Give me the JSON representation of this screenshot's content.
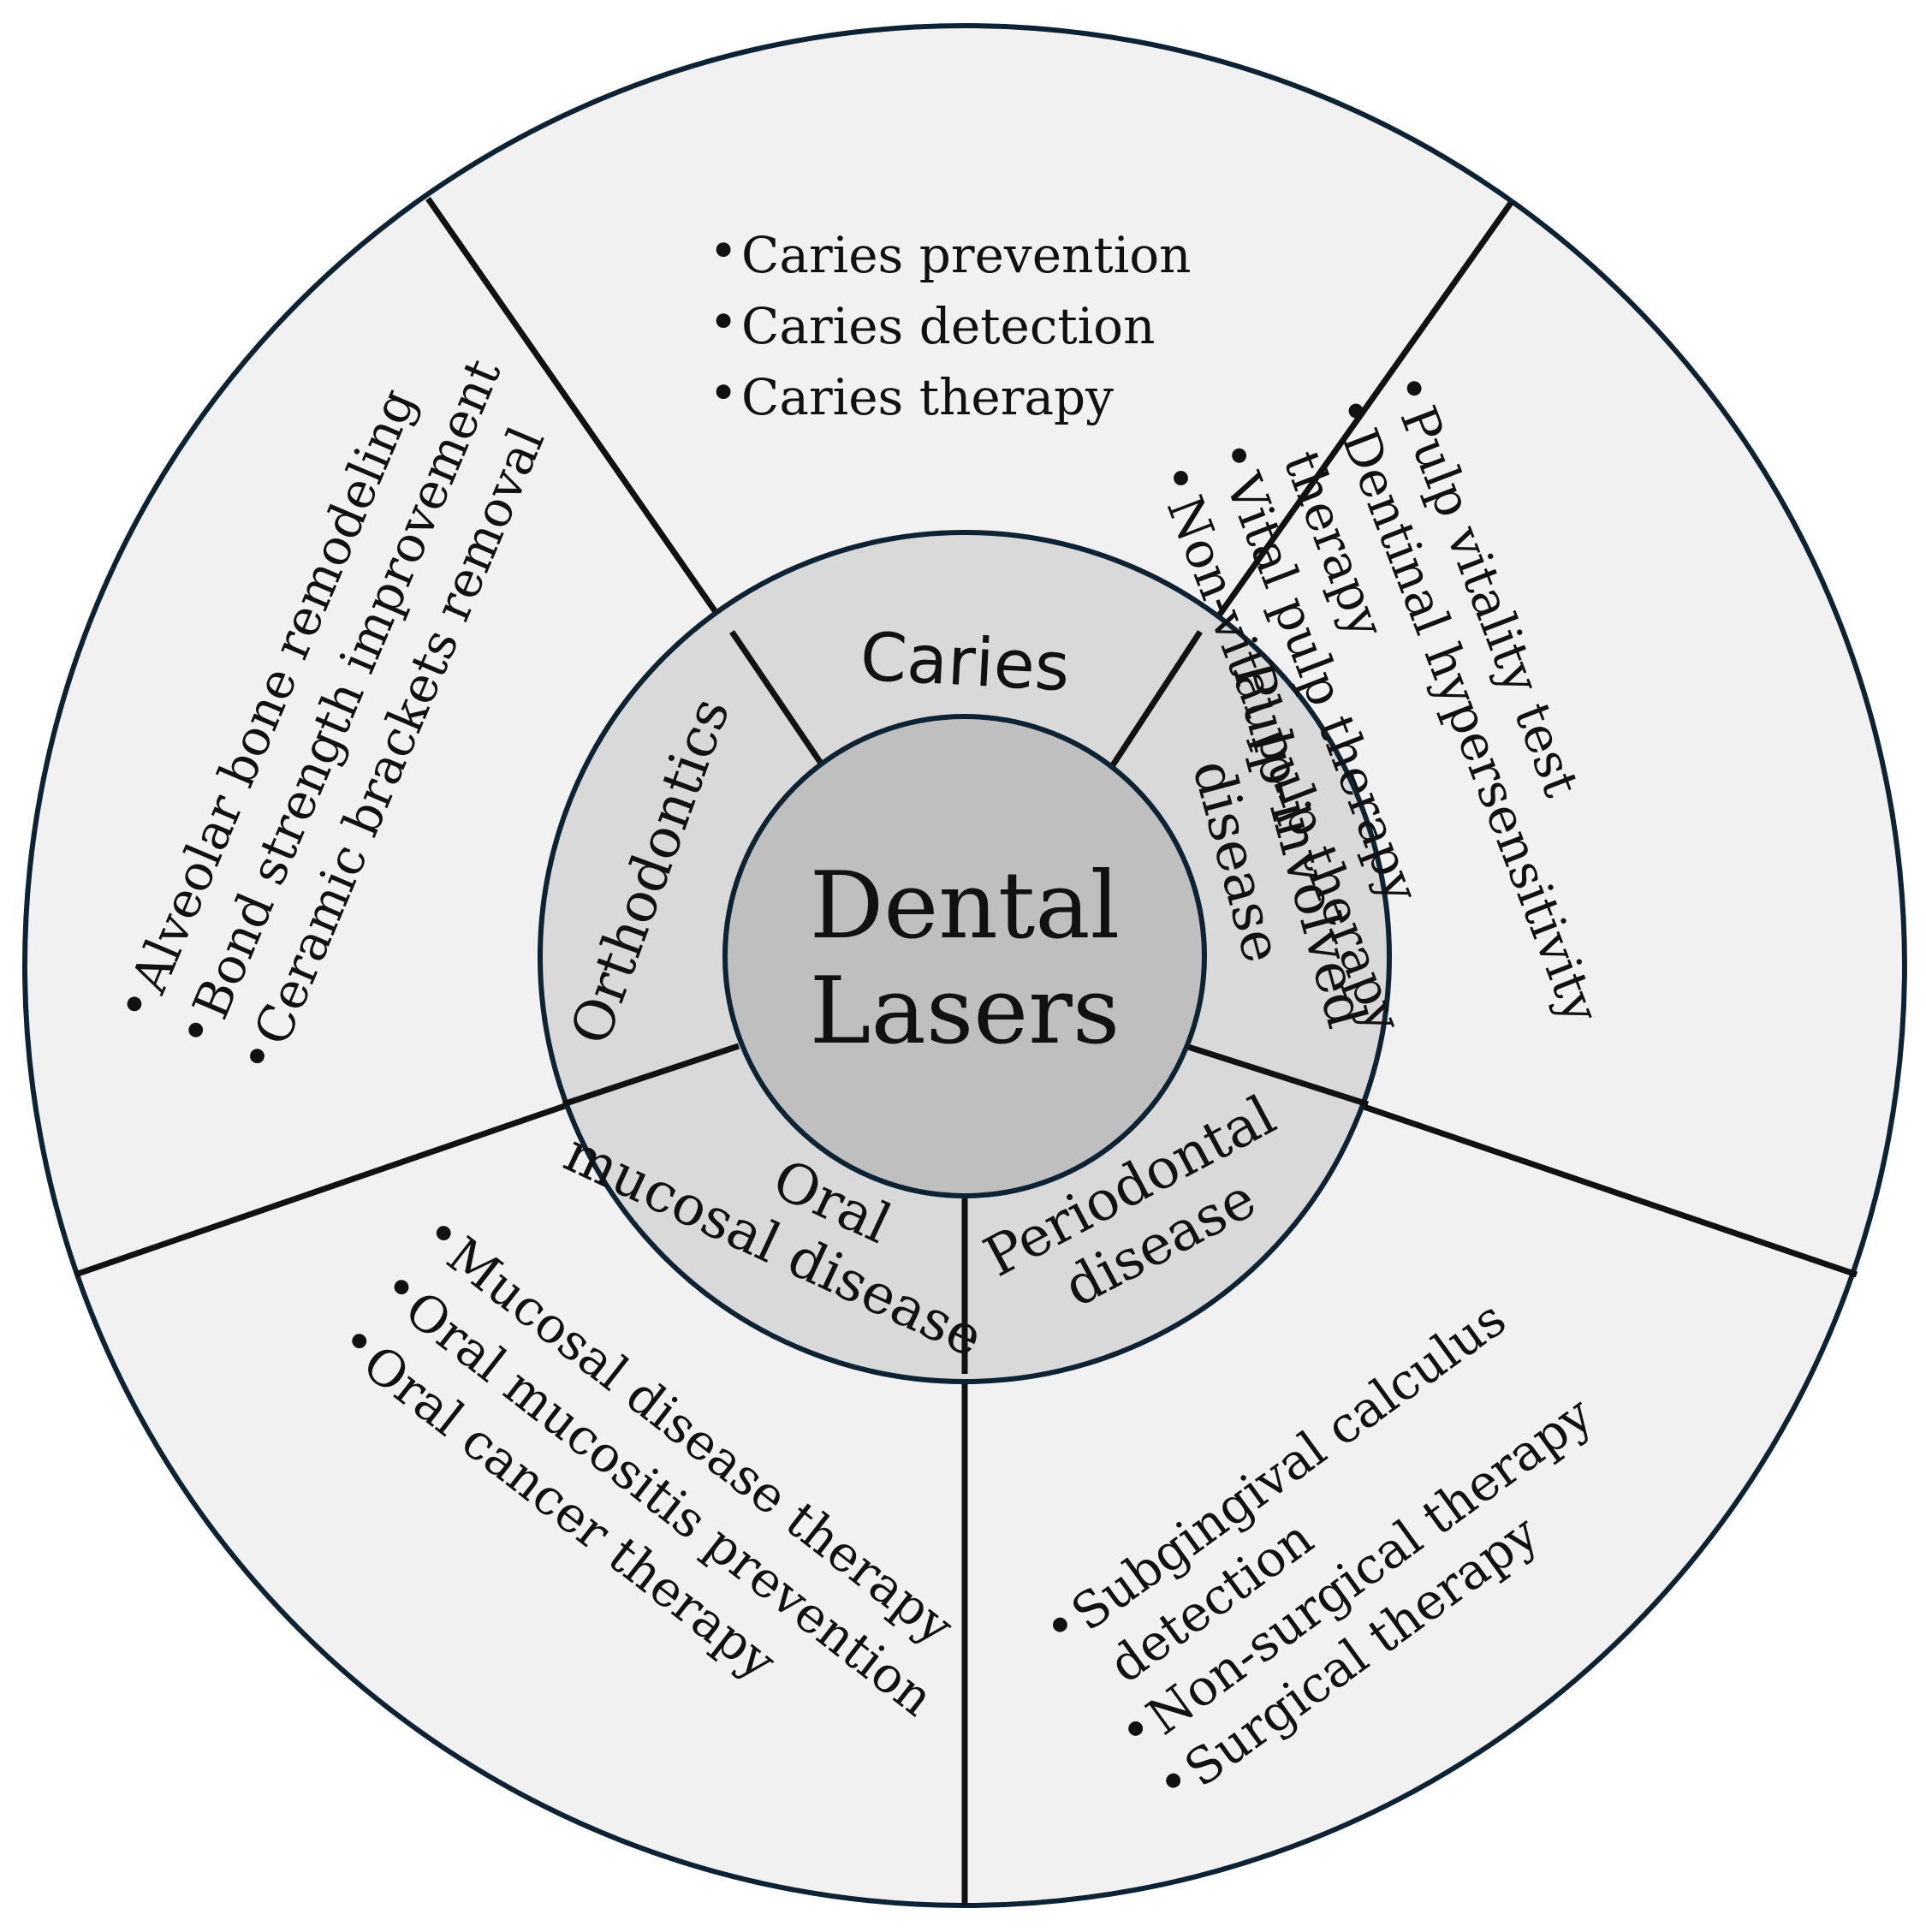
{
  "center": {
    "line1": "Dental",
    "line2": "Lasers"
  },
  "colors": {
    "outer_fill": "#f1f1f1",
    "ring_fill": "#d9d9d9",
    "center_fill": "#bfbfbf",
    "ring_stroke": "#0d2233",
    "divider": "#111111"
  },
  "categories": [
    {
      "id": "caries",
      "label_lines": [
        "Caries"
      ],
      "items": [
        "Caries prevention",
        "Caries detection",
        "Caries therapy"
      ]
    },
    {
      "id": "pulp",
      "label_lines": [
        "Pulp-involved",
        "disease"
      ],
      "items": [
        "Pulp vitality test",
        "Dentinal hypersensitivity",
        "therapy",
        "Vital pulp therapy",
        "Non-vital pulp therapy"
      ]
    },
    {
      "id": "periodontal",
      "label_lines": [
        "Periodontal",
        "disease"
      ],
      "items": [
        "Subgingival calculus",
        "detection",
        "Non-surgical therapy",
        "Surgical therapy"
      ]
    },
    {
      "id": "oral",
      "label_lines": [
        "Oral",
        "mucosal disease"
      ],
      "items": [
        "Mucosal disease therapy",
        "Oral mucositis prevention",
        "Oral cancer therapy"
      ]
    },
    {
      "id": "ortho",
      "label_lines": [
        "Orthodontics"
      ],
      "items": [
        "Alveolar bone remodeling",
        "Bond strength improvement",
        "Ceramic brackets removal"
      ]
    }
  ]
}
